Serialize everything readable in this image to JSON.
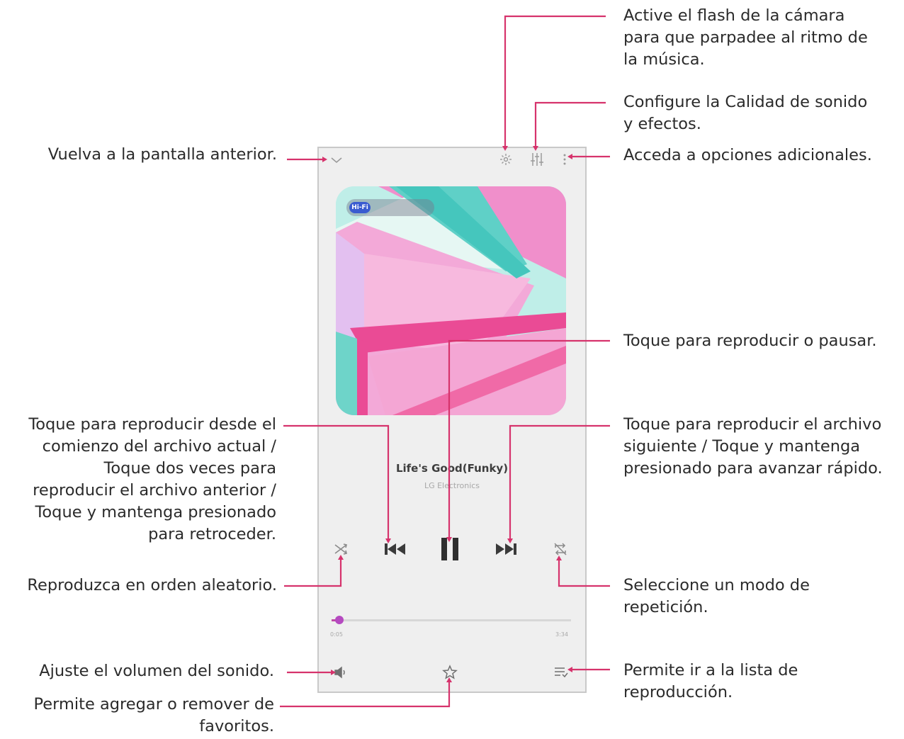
{
  "player": {
    "song_title": "Life's Good(Funky)",
    "artist": "LG Electronics",
    "hifi_badge": "Hi-Fi",
    "time_elapsed": "0:05",
    "time_total": "3:34",
    "progress_fraction": 0.03,
    "icons": [
      "chevron-down-icon",
      "flash-icon",
      "equalizer-icon",
      "more-options-icon",
      "shuffle-icon",
      "previous-icon",
      "pause-icon",
      "next-icon",
      "repeat-icon",
      "volume-icon",
      "star-icon",
      "playlist-icon"
    ],
    "accent_color": "#c04aa8"
  },
  "annotations": {
    "back": [
      "Vuelva a la pantalla anterior."
    ],
    "flash": [
      "Active el flash de la cámara",
      "para que parpadee al ritmo de",
      "la música."
    ],
    "sound": [
      "Configure la Calidad de sonido",
      "y efectos."
    ],
    "options": [
      "Acceda a opciones adicionales."
    ],
    "play_pause": [
      "Toque para reproducir o pausar."
    ],
    "previous": [
      "Toque para reproducir desde el",
      "comienzo del archivo actual /",
      "Toque dos veces para",
      "reproducir el archivo anterior /",
      "Toque y mantenga presionado",
      "para retroceder."
    ],
    "next": [
      "Toque para reproducir el archivo",
      "siguiente / Toque y mantenga",
      "presionado para avanzar rápido."
    ],
    "shuffle": [
      "Reproduzca en orden aleatorio."
    ],
    "repeat": [
      "Seleccione un modo de",
      "repetición."
    ],
    "volume": [
      "Ajuste el volumen del sonido."
    ],
    "playlist": [
      "Permite ir a la lista de",
      "reproducción."
    ],
    "favorite": [
      "Permite agregar o remover de",
      "favoritos."
    ]
  }
}
